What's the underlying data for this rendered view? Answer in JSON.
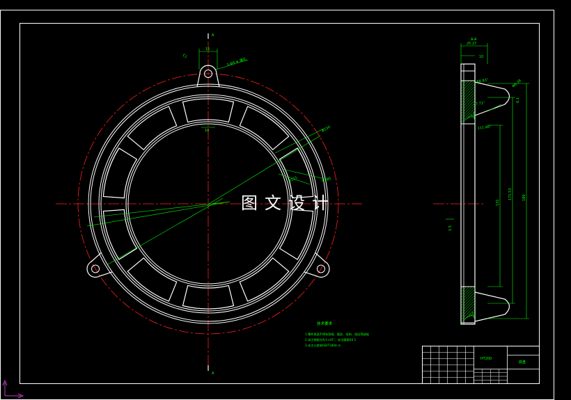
{
  "colors": {
    "background": "#000000",
    "outline": "#ffffff",
    "center_line": "#ff2020",
    "dimension": "#00ff00",
    "hatch": "#00ff00",
    "ucs": "#c040c0"
  },
  "watermark": "图文设计",
  "front_view": {
    "section_mark_top": "A",
    "section_mark_bottom": "A",
    "dim_lug_width": "15",
    "dim_chamfer": "C1",
    "dim_hole": "3-Φ9 ≡ 通孔",
    "dim_rib": "10",
    "dim_outer": "Φ150",
    "dim_pcd": "Φ180",
    "dim_inner_ring": "Φ115"
  },
  "side_view": {
    "section_label": "A-A",
    "dim_top_width": "25.27",
    "dim_top_small": "10",
    "angle_1": "68.83°",
    "angle_2": "27.71°",
    "angle_3": "111.46°",
    "dim_chamfer": "Φ6.38",
    "dim_small": "6.1",
    "dim_height_1": "131",
    "dim_height_2": "171.53",
    "dim_height_3": "180",
    "dim_left": "1.5"
  },
  "notes": {
    "title": "技术要求",
    "lines": [
      "1.零件表面不得有划痕、裂纹、毛刺、锐边等缺陷",
      "2.未注倒角均为1×45°，未注圆角R0.5",
      "3.未注公差按GB/T1804-m"
    ]
  },
  "title_block": {
    "material": "HT200",
    "part_name": "底盘"
  }
}
